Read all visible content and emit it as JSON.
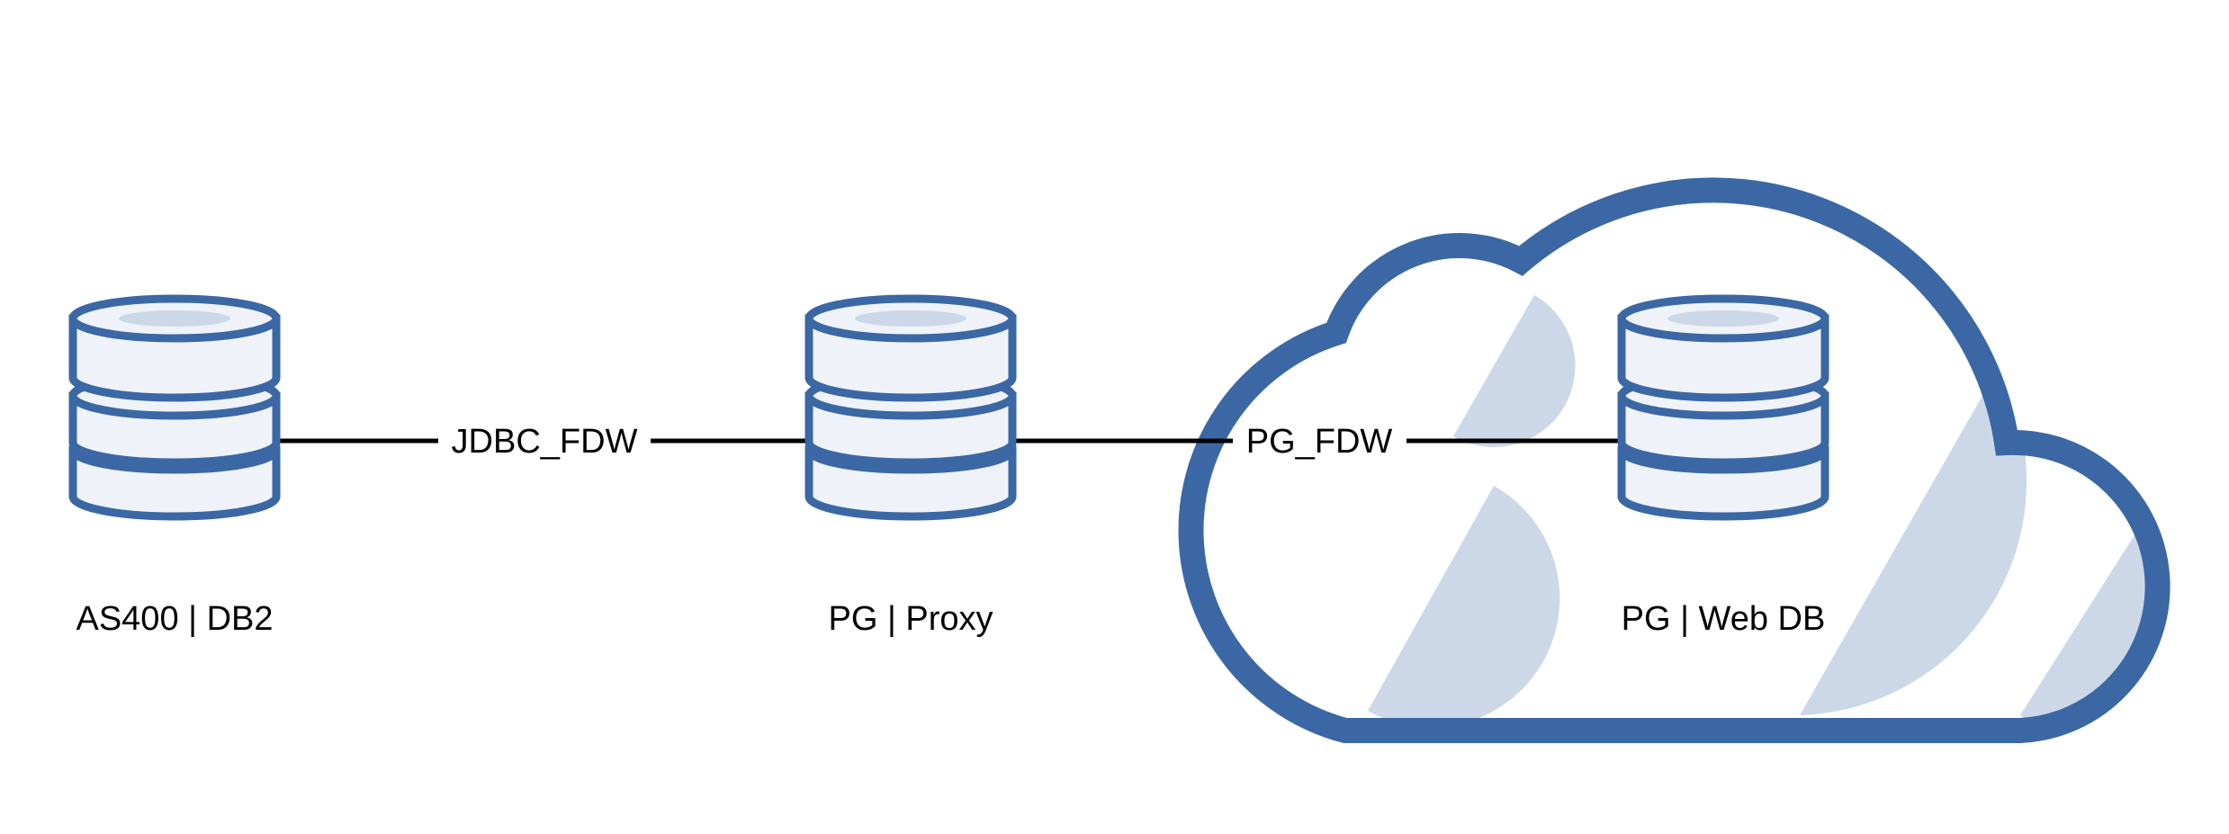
{
  "diagram": {
    "colors": {
      "outline": "#3B68A5",
      "fill": "#EFF3F9",
      "accent": "#CCD8E8",
      "connector": "#000000",
      "background": "#FFFFFF"
    },
    "nodes": {
      "as400": {
        "label": "AS400 | DB2",
        "icon": "database-icon"
      },
      "proxy": {
        "label": "PG | Proxy",
        "icon": "database-icon"
      },
      "webdb": {
        "label": "PG | Web DB",
        "icon": "database-icon"
      }
    },
    "edges": {
      "jdbc": {
        "label": "JDBC_FDW",
        "from": "AS400 | DB2",
        "to": "PG | Proxy"
      },
      "pg": {
        "label": "PG_FDW",
        "from": "PG | Proxy",
        "to": "PG | Web DB"
      }
    },
    "cloud": {
      "icon": "cloud-icon"
    }
  }
}
